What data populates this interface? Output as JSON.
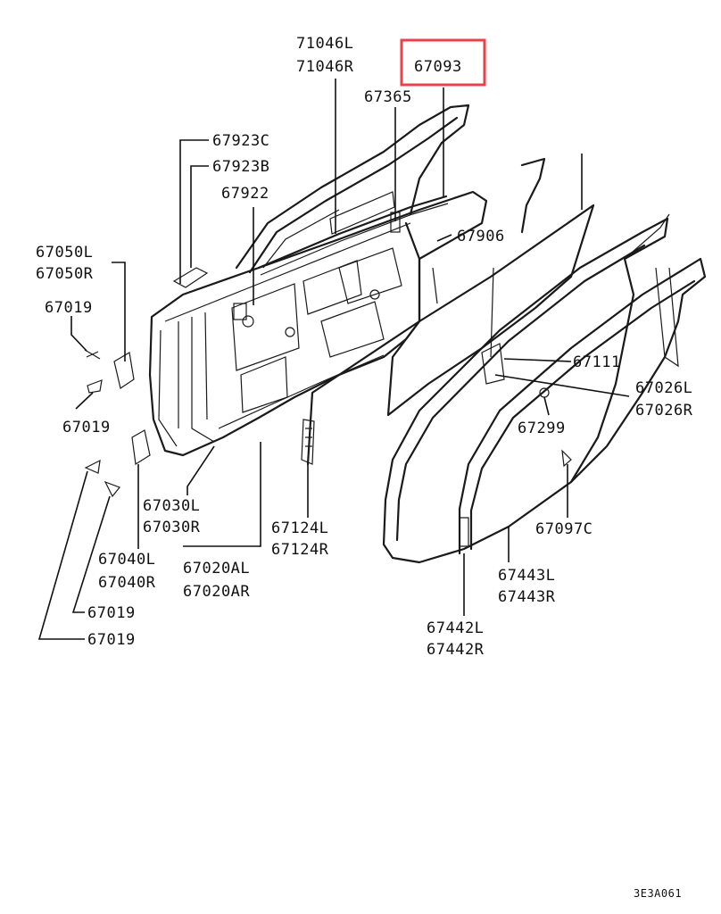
{
  "highlight_color": "#e8424a",
  "highlighted_part": "67093",
  "labels": [
    {
      "id": "p71046l",
      "text": "71046L"
    },
    {
      "id": "p71046r",
      "text": "71046R"
    },
    {
      "id": "p67093",
      "text": "67093"
    },
    {
      "id": "p67365",
      "text": "67365"
    },
    {
      "id": "p67923c",
      "text": "67923C"
    },
    {
      "id": "p67923b",
      "text": "67923B"
    },
    {
      "id": "p67922",
      "text": "67922"
    },
    {
      "id": "p67906",
      "text": "67906"
    },
    {
      "id": "p67050l",
      "text": "67050L"
    },
    {
      "id": "p67050r",
      "text": "67050R"
    },
    {
      "id": "p67019a",
      "text": "67019"
    },
    {
      "id": "p67019b",
      "text": "67019"
    },
    {
      "id": "p67111",
      "text": "67111"
    },
    {
      "id": "p67026l",
      "text": "67026L"
    },
    {
      "id": "p67026r",
      "text": "67026R"
    },
    {
      "id": "p67299",
      "text": "67299"
    },
    {
      "id": "p67030l",
      "text": "67030L"
    },
    {
      "id": "p67030r",
      "text": "67030R"
    },
    {
      "id": "p67124l",
      "text": "67124L"
    },
    {
      "id": "p67124r",
      "text": "67124R"
    },
    {
      "id": "p67097c",
      "text": "67097C"
    },
    {
      "id": "p67040l",
      "text": "67040L"
    },
    {
      "id": "p67040r",
      "text": "67040R"
    },
    {
      "id": "p67020al",
      "text": "67020AL"
    },
    {
      "id": "p67020ar",
      "text": "67020AR"
    },
    {
      "id": "p67443l",
      "text": "67443L"
    },
    {
      "id": "p67443r",
      "text": "67443R"
    },
    {
      "id": "p67019c",
      "text": "67019"
    },
    {
      "id": "p67019d",
      "text": "67019"
    },
    {
      "id": "p67442l",
      "text": "67442L"
    },
    {
      "id": "p67442r",
      "text": "67442R"
    }
  ],
  "diagram_code": "3E3A061"
}
